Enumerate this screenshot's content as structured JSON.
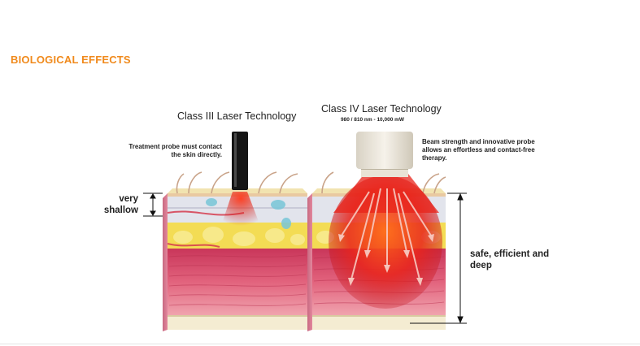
{
  "section_title": "BIOLOGICAL EFFECTS",
  "class3": {
    "title": "Class III Laser Technology",
    "note": "Treatment probe must contact the skin directly.",
    "depth_label": "very shallow"
  },
  "class4": {
    "title": "Class IV Laser Technology",
    "spec": "980 / 810 nm  -  10,000 mW",
    "note": "Beam strength and innovative probe allows an effortless and contact-free therapy.",
    "depth_label": "safe, efficient and deep"
  },
  "colors": {
    "accent": "#f08a1c",
    "muscle": "#e0607c",
    "fat": "#f2d23a",
    "dermis": "#d9dce6",
    "laser": "#e02818"
  }
}
